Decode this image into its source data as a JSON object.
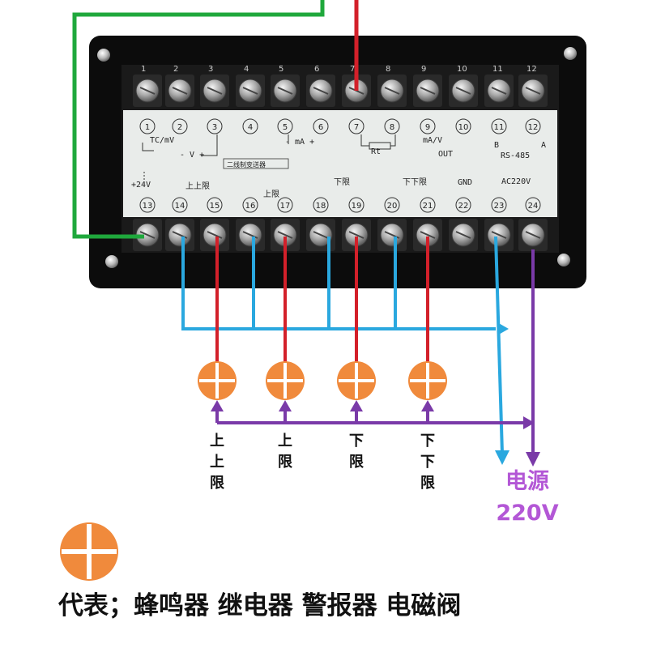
{
  "top_terminal_numbers": [
    "1",
    "2",
    "3",
    "4",
    "5",
    "6",
    "7",
    "8",
    "9",
    "10",
    "11",
    "12"
  ],
  "bottom_terminal_numbers": [
    "13",
    "14",
    "15",
    "16",
    "17",
    "18",
    "19",
    "20",
    "21",
    "22",
    "23",
    "24"
  ],
  "panel": {
    "upper_circled": [
      "1",
      "2",
      "3",
      "4",
      "5",
      "6",
      "7",
      "8",
      "9",
      "10",
      "11",
      "12"
    ],
    "lower_circled": [
      "13",
      "14",
      "15",
      "16",
      "17",
      "18",
      "19",
      "20",
      "21",
      "22",
      "23",
      "24"
    ],
    "tc_mv": "TC/mV",
    "v_label": "- V +",
    "ma_label": "- mA +",
    "rt_label": "Rt",
    "ma_v_label": "mA/V",
    "out_label": "OUT",
    "b_label": "B",
    "a_label": "A",
    "rs485_label": "RS-485",
    "two_wire_label": "二线制变送器",
    "plus24v": "+24V",
    "upper_upper_limit": "上上限",
    "upper_limit": "上限",
    "lower_limit": "下限",
    "lower_lower_limit": "下下限",
    "gnd": "GND",
    "ac220v": "AC220V"
  },
  "device_labels": [
    "上上限",
    "上限",
    "下限",
    "下下限"
  ],
  "power_label_line1": "电源",
  "power_label_line2": "220V",
  "legend_text": "代表；蜂鸣器 继电器 警报器 电磁阀",
  "colors": {
    "green_wire": "#1fa83c",
    "red_wire": "#d3202a",
    "blue_wire": "#2aa8df",
    "purple_wire": "#7a3aa8",
    "device_orange": "#f08a3c",
    "power_text": "#b357d6"
  }
}
